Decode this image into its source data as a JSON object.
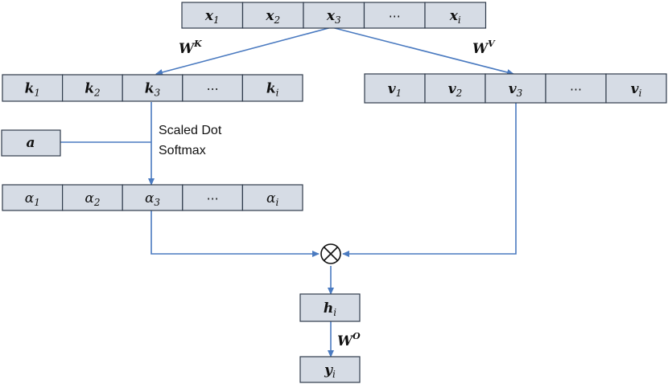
{
  "rows": {
    "x": {
      "var": "x",
      "bold": true,
      "cells": [
        {
          "sub": "1"
        },
        {
          "sub": "2"
        },
        {
          "sub": "3"
        },
        {
          "dots": "⋯"
        },
        {
          "sub": "i"
        }
      ]
    },
    "k": {
      "var": "k",
      "bold": true,
      "cells": [
        {
          "sub": "1"
        },
        {
          "sub": "2"
        },
        {
          "sub": "3"
        },
        {
          "dots": "⋯"
        },
        {
          "sub": "i"
        }
      ]
    },
    "v": {
      "var": "v",
      "bold": true,
      "cells": [
        {
          "sub": "1"
        },
        {
          "sub": "2"
        },
        {
          "sub": "3"
        },
        {
          "dots": "⋯"
        },
        {
          "sub": "i"
        }
      ]
    },
    "alpha": {
      "var": "α",
      "bold": false,
      "cells": [
        {
          "sub": "1"
        },
        {
          "sub": "2"
        },
        {
          "sub": "3"
        },
        {
          "dots": "⋯"
        },
        {
          "sub": "i"
        }
      ]
    }
  },
  "nodes": {
    "a": {
      "var": "a",
      "sub": ""
    },
    "h": {
      "var": "h",
      "sub": "i"
    },
    "y": {
      "var": "y",
      "sub": "i"
    }
  },
  "edge_labels": {
    "wk": {
      "base": "W",
      "sup": "K"
    },
    "wv": {
      "base": "W",
      "sup": "V"
    },
    "wo": {
      "base": "W",
      "sup": "O"
    }
  },
  "attention_note": {
    "line1": "Scaled Dot",
    "line2": "Softmax"
  },
  "operator": "otimes",
  "colors": {
    "cell_fill": "#d6dce5",
    "cell_stroke": "#2f3b4b",
    "edge": "#4a7ac0"
  }
}
